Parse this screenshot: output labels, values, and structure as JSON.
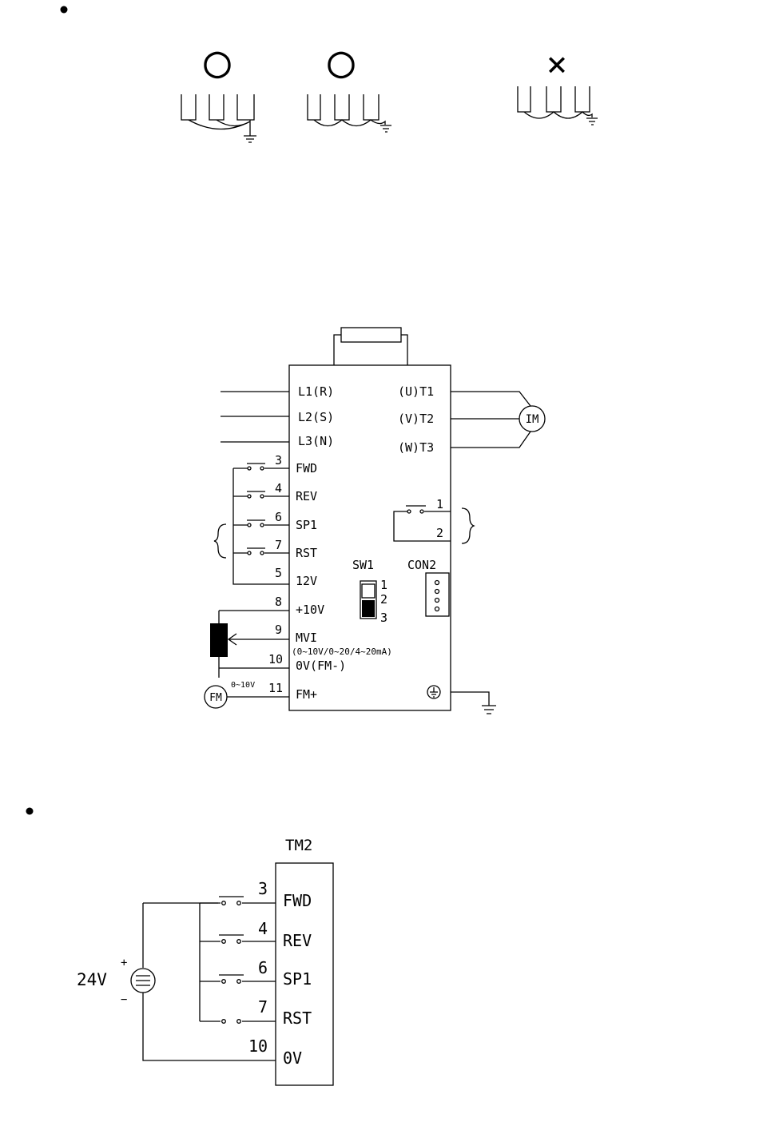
{
  "grounding": {
    "ok_symbol_1": "○",
    "ok_symbol_2": "○",
    "ng_symbol": "×"
  },
  "main_diagram": {
    "left_terminals": {
      "l1": "L1(R)",
      "l2": "L2(S)",
      "l3": "L3(N)",
      "fwd": "FWD",
      "rev": "REV",
      "sp1": "SP1",
      "rst": "RST",
      "v12": "12V",
      "v10": "+10V",
      "mvi": "MVI",
      "mvi_range": "(0~10V/0~20/4~20mA)",
      "ov": "0V(FM-)",
      "fmp": "FM+"
    },
    "terminal_numbers": {
      "n3": "3",
      "n4": "4",
      "n6": "6",
      "n7": "7",
      "n5": "5",
      "n8": "8",
      "n9": "9",
      "n10": "10",
      "n11": "11"
    },
    "right_terminals": {
      "t1": "(U)T1",
      "t2": "(V)T2",
      "t3": "(W)T3"
    },
    "motor": "IM",
    "meter": "FM",
    "meter_range": "0~10V",
    "relay_numbers": {
      "r1": "1",
      "r2": "2"
    },
    "sw1": {
      "label": "SW1",
      "p1": "1",
      "p2": "2",
      "p3": "3"
    },
    "con2": "CON2"
  },
  "tm2_diagram": {
    "title": "TM2",
    "terminals": {
      "fwd": "FWD",
      "rev": "REV",
      "sp1": "SP1",
      "rst": "RST",
      "ov": "0V"
    },
    "numbers": {
      "n3": "3",
      "n4": "4",
      "n6": "6",
      "n7": "7",
      "n10": "10"
    },
    "supply": "24V",
    "plus": "+",
    "minus": "−"
  }
}
